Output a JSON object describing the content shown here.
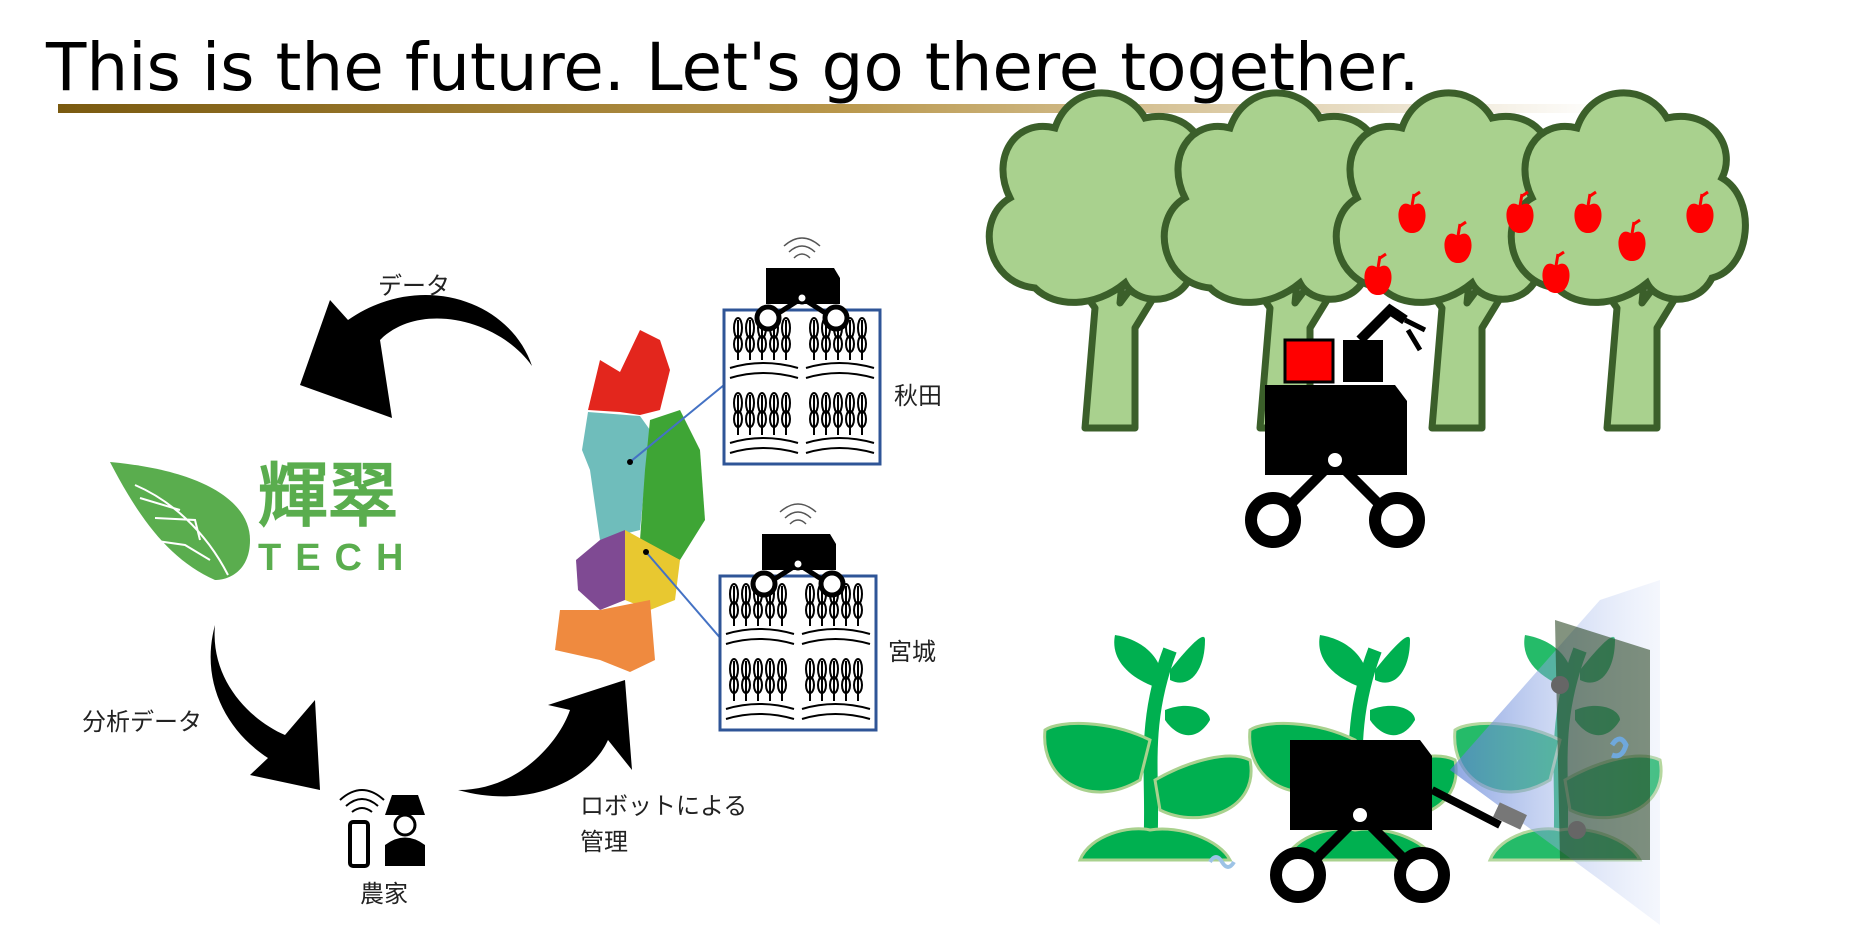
{
  "title": "This is the future. Let's go there together.",
  "logo": {
    "kanji": "輝翠",
    "latin": "TECH"
  },
  "labels": {
    "data": "データ",
    "analysis_data": "分析データ",
    "robot_management_line1": "ロボットによる",
    "robot_management_line2": "管理",
    "farmer": "農家",
    "akita": "秋田",
    "miyagi": "宮城"
  },
  "colors": {
    "logo_green": "#5aad4e",
    "tree_green": "#a9d18e",
    "tree_outline": "#3b5f2a",
    "plant_green": "#00b050",
    "apple_red": "#ff0000",
    "field_box": "#2f5597",
    "gold": "#8a6a1a",
    "map_aomori": "#e3261d",
    "map_akita": "#6fbdbb",
    "map_iwate": "#3ea535",
    "map_yamagata": "#7f4a93",
    "map_miyagi": "#e8c830",
    "map_fukushima": "#ef8a3f"
  }
}
